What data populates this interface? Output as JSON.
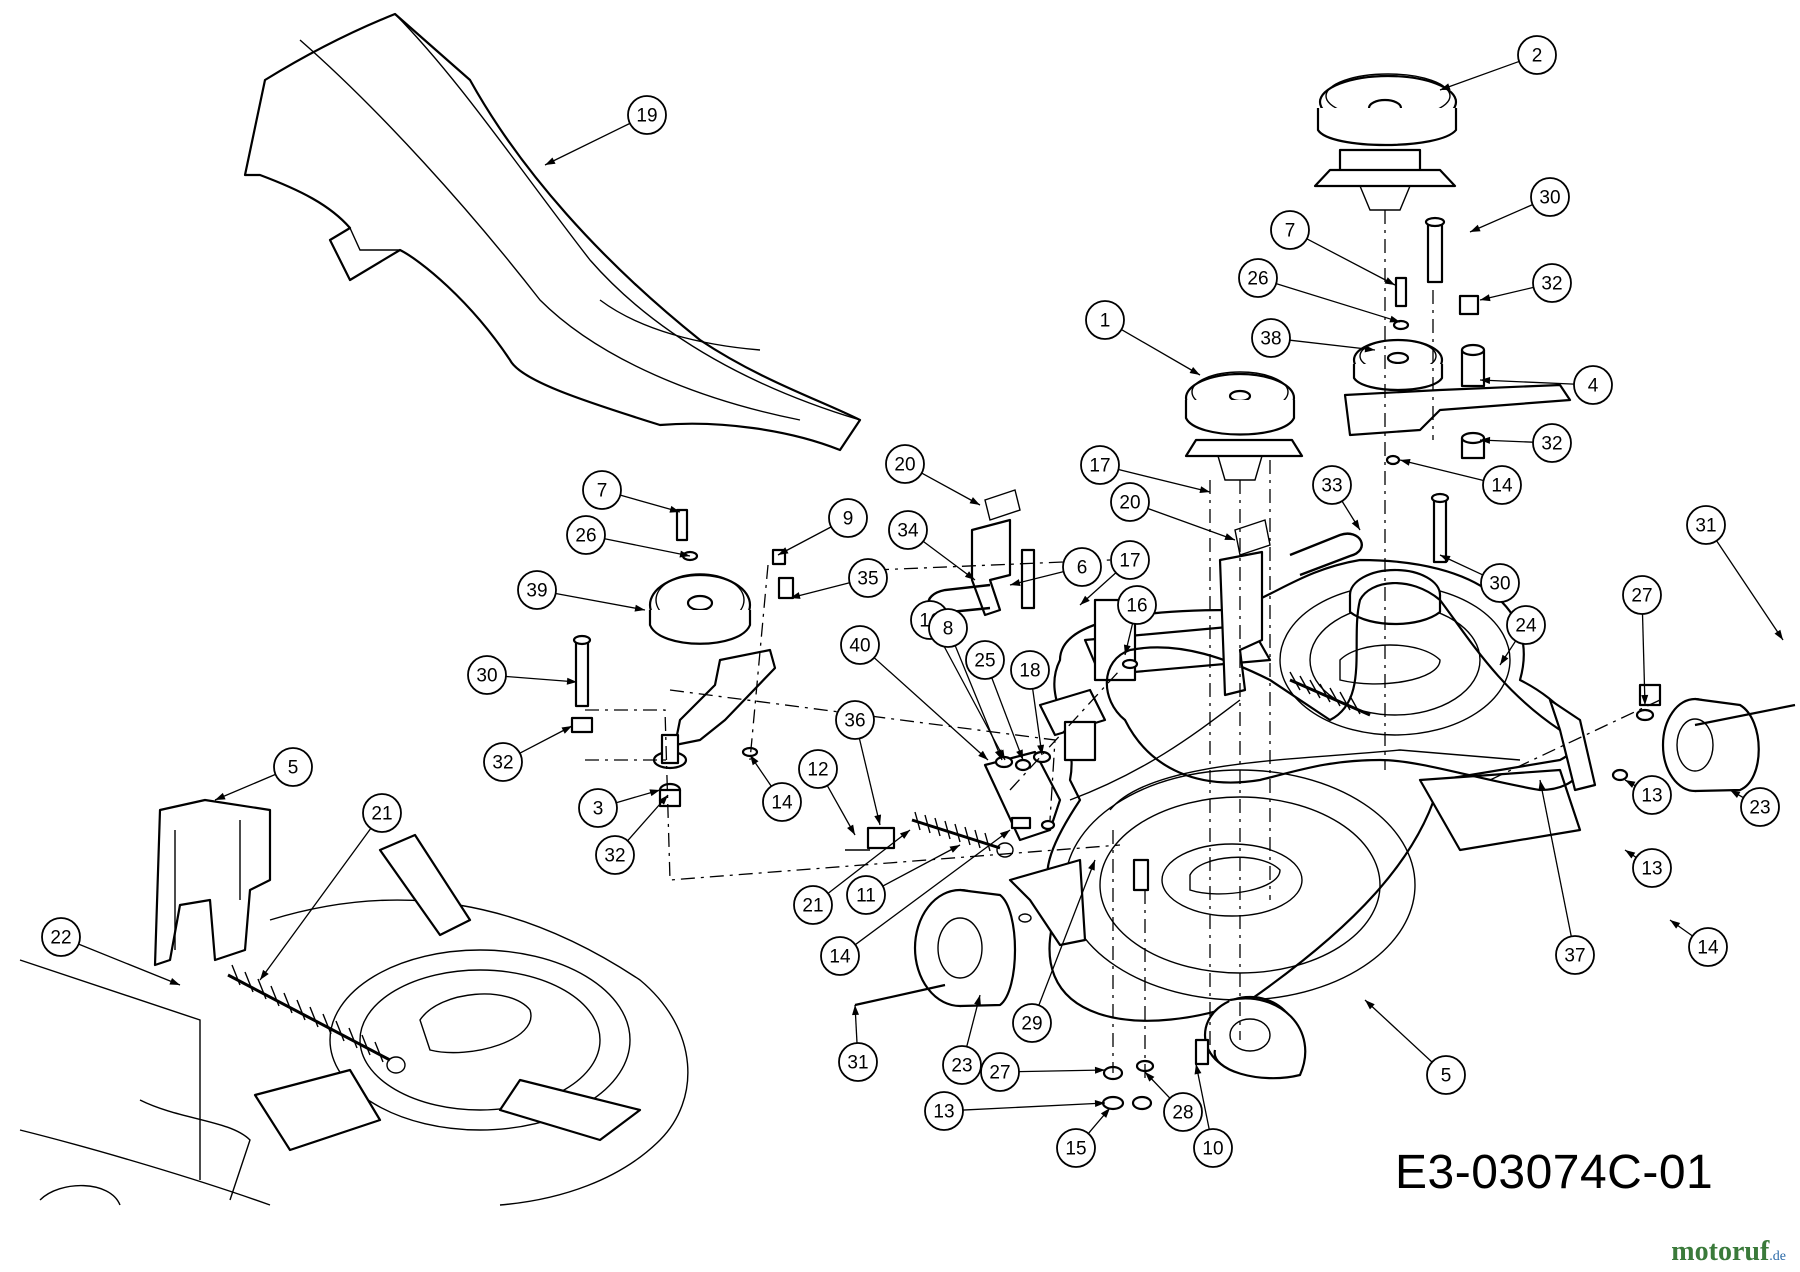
{
  "drawing": {
    "code": "E3-03074C-01"
  },
  "brand": {
    "name": "motoruf",
    "tld": ".de"
  },
  "callouts": [
    {
      "label": "1"
    },
    {
      "label": "2"
    },
    {
      "label": "19"
    },
    {
      "label": "7"
    },
    {
      "label": "30"
    },
    {
      "label": "26"
    },
    {
      "label": "32"
    },
    {
      "label": "38"
    },
    {
      "label": "4"
    },
    {
      "label": "32"
    },
    {
      "label": "14"
    },
    {
      "label": "17"
    },
    {
      "label": "20"
    },
    {
      "label": "33"
    },
    {
      "label": "20"
    },
    {
      "label": "7"
    },
    {
      "label": "9"
    },
    {
      "label": "26"
    },
    {
      "label": "34"
    },
    {
      "label": "35"
    },
    {
      "label": "39"
    },
    {
      "label": "6"
    },
    {
      "label": "17"
    },
    {
      "label": "16"
    },
    {
      "label": "16"
    },
    {
      "label": "40"
    },
    {
      "label": "8"
    },
    {
      "label": "25"
    },
    {
      "label": "18"
    },
    {
      "label": "30"
    },
    {
      "label": "31"
    },
    {
      "label": "27"
    },
    {
      "label": "24"
    },
    {
      "label": "30"
    },
    {
      "label": "5"
    },
    {
      "label": "36"
    },
    {
      "label": "12"
    },
    {
      "label": "32"
    },
    {
      "label": "3"
    },
    {
      "label": "14"
    },
    {
      "label": "32"
    },
    {
      "label": "21"
    },
    {
      "label": "13"
    },
    {
      "label": "23"
    },
    {
      "label": "13"
    },
    {
      "label": "22"
    },
    {
      "label": "21"
    },
    {
      "label": "11"
    },
    {
      "label": "14"
    },
    {
      "label": "37"
    },
    {
      "label": "14"
    },
    {
      "label": "29"
    },
    {
      "label": "23"
    },
    {
      "label": "31"
    },
    {
      "label": "27"
    },
    {
      "label": "13"
    },
    {
      "label": "15"
    },
    {
      "label": "28"
    },
    {
      "label": "10"
    },
    {
      "label": "5"
    }
  ]
}
